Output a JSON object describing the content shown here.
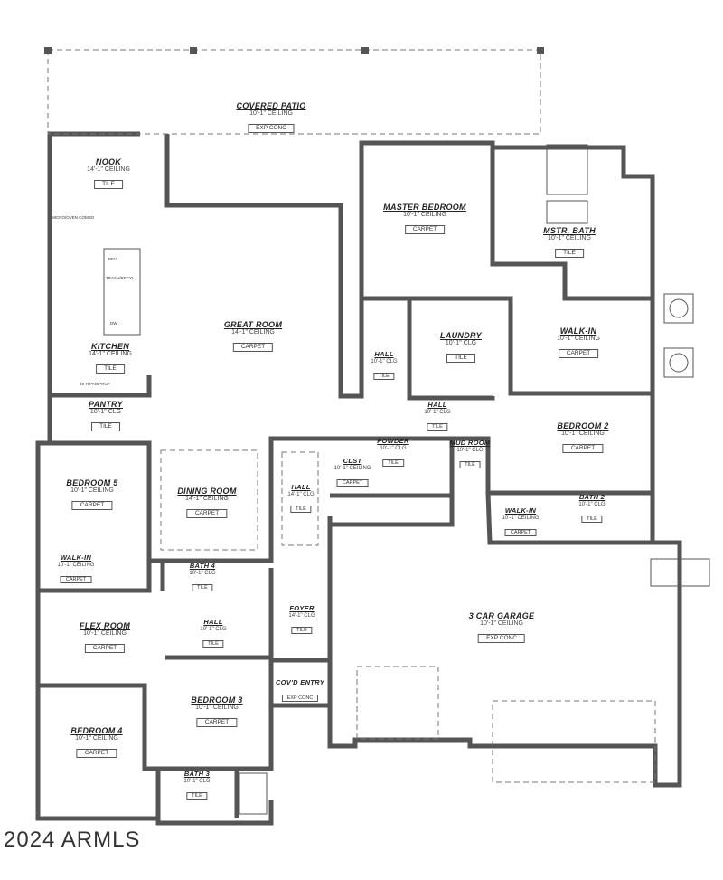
{
  "rooms": [
    {
      "name": "COVERED PATIO",
      "ceiling": "10'-1\" CEILING",
      "floor": "EXP CONC"
    },
    {
      "name": "NOOK",
      "ceiling": "14'-1\" CEILING",
      "floor": "TILE"
    },
    {
      "name": "KITCHEN",
      "ceiling": "14'-1\" CEILING",
      "floor": "TILE"
    },
    {
      "name": "PANTRY",
      "ceiling": "10'-1\" CLG",
      "floor": "TILE"
    },
    {
      "name": "GREAT ROOM",
      "ceiling": "14'-1\" CEILING",
      "floor": "CARPET"
    },
    {
      "name": "MASTER BEDROOM",
      "ceiling": "10'-1\" CEILING",
      "floor": "CARPET"
    },
    {
      "name": "MSTR. BATH",
      "ceiling": "10'-1\" CEILING",
      "floor": "TILE"
    },
    {
      "name": "HALL",
      "ceiling": "10'-1\" CLG",
      "floor": "TILE"
    },
    {
      "name": "LAUNDRY",
      "ceiling": "10'-1\" CLG",
      "floor": "TILE"
    },
    {
      "name": "WALK-IN",
      "ceiling": "10'-1\" CEILING",
      "floor": "CARPET"
    },
    {
      "name": "HALL",
      "ceiling": "10'-1\" CLG",
      "floor": "TILE"
    },
    {
      "name": "BEDROOM 2",
      "ceiling": "10'-1\" CEILING",
      "floor": "CARPET"
    },
    {
      "name": "CLST",
      "ceiling": "10'-1\" CEILING",
      "floor": "CARPET"
    },
    {
      "name": "POWDER",
      "ceiling": "10'-1\" CLG",
      "floor": "TILE"
    },
    {
      "name": "MUD ROOM",
      "ceiling": "10'-1\" CLG",
      "floor": "TILE"
    },
    {
      "name": "WALK-IN",
      "ceiling": "10'-1\" CEILING",
      "floor": "CARPET"
    },
    {
      "name": "BATH 2",
      "ceiling": "10'-1\" CLG",
      "floor": "TILE"
    },
    {
      "name": "BEDROOM 5",
      "ceiling": "10'-1\" CEILING",
      "floor": "CARPET"
    },
    {
      "name": "DINING ROOM",
      "ceiling": "14'-1\" CEILING",
      "floor": "CARPET"
    },
    {
      "name": "HALL",
      "ceiling": "14'-1\" CLG",
      "floor": "TILE"
    },
    {
      "name": "WALK-IN",
      "ceiling": "10'-1\" CEILING",
      "floor": "CARPET"
    },
    {
      "name": "BATH 4",
      "ceiling": "10'-1\" CLG",
      "floor": "TILE"
    },
    {
      "name": "FLEX ROOM",
      "ceiling": "10'-1\" CEILING",
      "floor": "CARPET"
    },
    {
      "name": "HALL",
      "ceiling": "10'-1\" CLG",
      "floor": "TILE"
    },
    {
      "name": "FOYER",
      "ceiling": "14'-1\" CLG",
      "floor": "TILE"
    },
    {
      "name": "COV'D ENTRY",
      "ceiling": "",
      "floor": "EXP CONC"
    },
    {
      "name": "BEDROOM 3",
      "ceiling": "10'-1\" CEILING",
      "floor": "CARPET"
    },
    {
      "name": "BEDROOM 4",
      "ceiling": "10'-1\" CEILING",
      "floor": "CARPET"
    },
    {
      "name": "BATH 3",
      "ceiling": "10'-1\" CLG",
      "floor": "TILE"
    },
    {
      "name": "3 CAR GARAGE",
      "ceiling": "10'-1\" CEILING",
      "floor": "EXP CONC"
    }
  ],
  "fixtures": {
    "micro": "MICRO/OVEN COMBO",
    "bev": "BEV.",
    "trash": "TRASH/RECYL",
    "dw": "DW",
    "pan": "48\"H PAN/PROP"
  },
  "watermark": "2024 ARMLS"
}
